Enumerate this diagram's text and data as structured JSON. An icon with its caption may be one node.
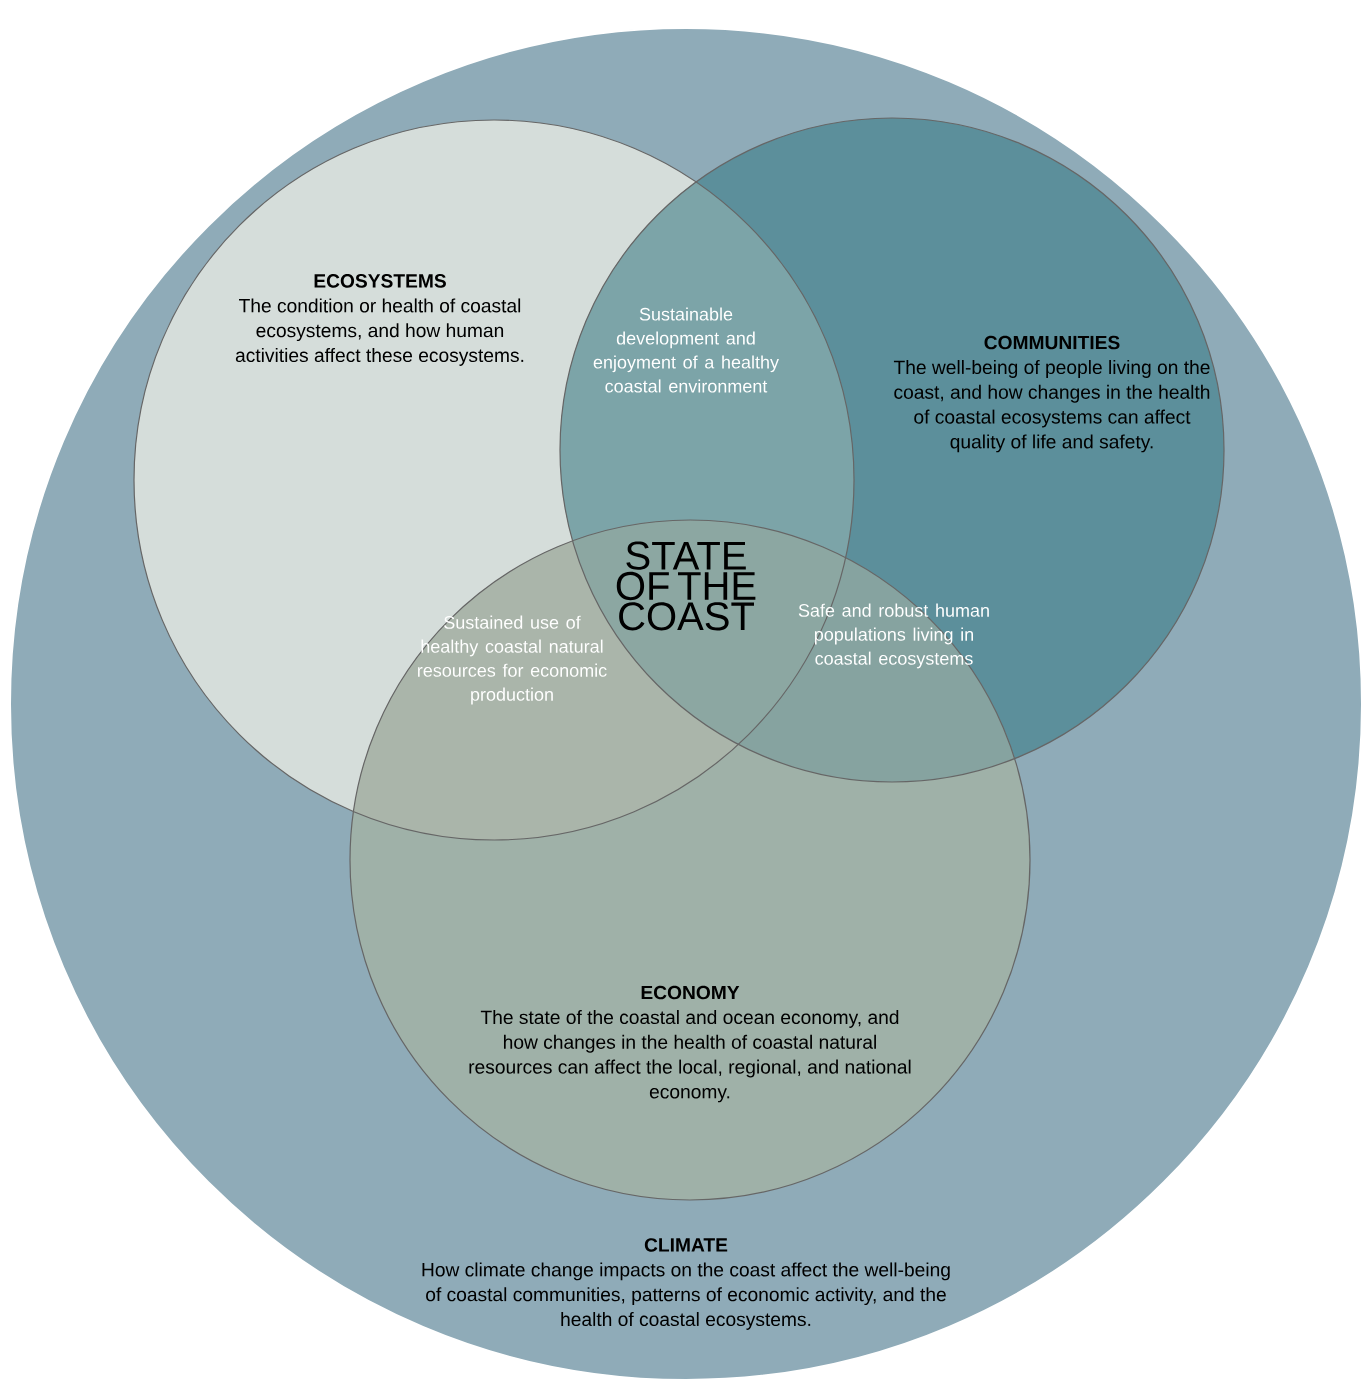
{
  "diagram": {
    "nodes": [
      {
        "text": [
          "CLIMATE",
          "How climate change impacts on the coast affect the well-being of coastal communities, patterns of economic activity, and the health of coastal ecosystems."
        ]
      },
      {
        "text": [
          "ECOSYSTEMS",
          "The condition or health of coastal ecosystems, and how human activities affect these ecosystems."
        ],
        "in": 0
      },
      {
        "text": [
          "COMMUNITIES",
          "The well-being of people living on the coast, and how changes in the health of coastal ecosystems can affect quality of life and safety."
        ],
        "in": 0
      },
      {
        "text": [
          "ECONOMY",
          "The state of the coastal and ocean economy, and how changes in the health of coastal natural resources can affect the local, regional, and national economy."
        ],
        "in": 0
      }
    ],
    "labels": [
      "Sustainable development and enjoyment of a healthy coastal environment",
      "STATE OF THE COAST",
      "Sustained use of healthy coastal natural resources for economic production",
      "Safe and robust human populations living in coastal ecosystems"
    ]
  }
}
